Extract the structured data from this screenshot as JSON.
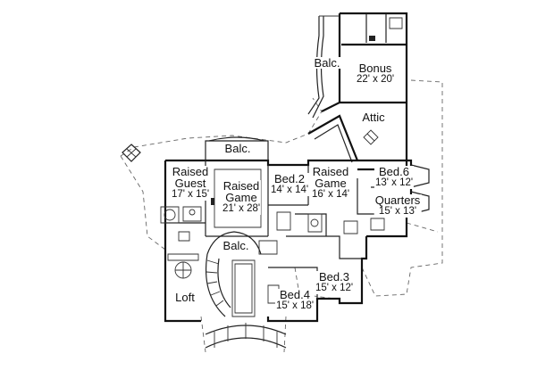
{
  "rooms": [
    {
      "id": "bonus",
      "name": "Bonus",
      "dims": "22' x 20'"
    },
    {
      "id": "balc-top",
      "name": "Balc.",
      "dims": ""
    },
    {
      "id": "attic",
      "name": "Attic",
      "dims": ""
    },
    {
      "id": "balc-mid",
      "name": "Balc.",
      "dims": ""
    },
    {
      "id": "raised-guest",
      "name": "Raised\nGuest",
      "dims": "17' x 15'"
    },
    {
      "id": "raised-game-left",
      "name": "Raised\nGame",
      "dims": "21' x 28'"
    },
    {
      "id": "bed-2",
      "name": "Bed.2",
      "dims": "14' x 14'"
    },
    {
      "id": "raised-game-right",
      "name": "Raised\nGame",
      "dims": "16' x 14'"
    },
    {
      "id": "bed-6",
      "name": "Bed.6",
      "dims": "13' x 12'"
    },
    {
      "id": "quarters",
      "name": "Quarters",
      "dims": "15' x 13'"
    },
    {
      "id": "balc-low",
      "name": "Balc.",
      "dims": ""
    },
    {
      "id": "bed-3",
      "name": "Bed.3",
      "dims": "15' x 12'"
    },
    {
      "id": "bed-4",
      "name": "Bed.4",
      "dims": "15' x 18'"
    },
    {
      "id": "loft",
      "name": "Loft",
      "dims": ""
    }
  ],
  "colors": {
    "wall": "#111111",
    "roof_line": "#666666",
    "background": "#ffffff"
  }
}
